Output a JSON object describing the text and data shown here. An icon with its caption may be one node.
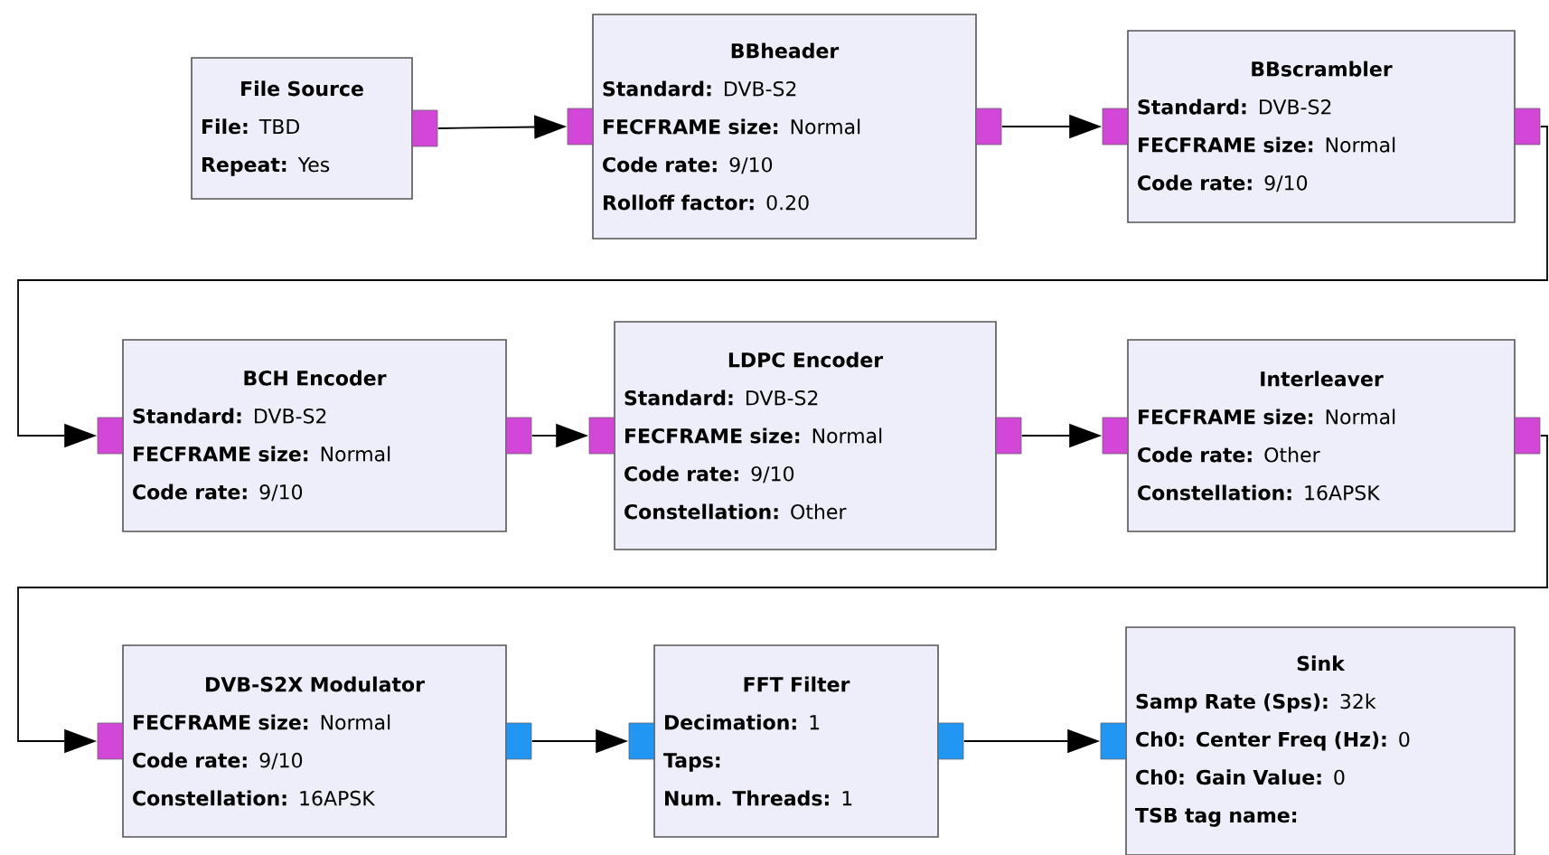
{
  "diagram": {
    "nodes": [
      {
        "text": [
          "File Source",
          "**File:** TBD",
          "**Repeat:** Yes"
        ]
      },
      {
        "text": [
          "BBheader",
          "**Standard:** DVB-S2",
          "**FECFRAME size:** Normal",
          "**Code rate:** 9/10",
          "**Rolloff factor:** 0.20"
        ]
      },
      {
        "text": [
          "BBscrambler",
          "**Standard:** DVB-S2",
          "**FECFRAME size:** Normal",
          "**Code rate:** 9/10"
        ]
      },
      {
        "text": [
          "BCH Encoder",
          "**Standard:** DVB-S2",
          "**FECFRAME size:** Normal",
          "**Code rate:** 9/10"
        ]
      },
      {
        "text": [
          "LDPC Encoder",
          "**Standard:** DVB-S2",
          "**FECFRAME size:** Normal",
          "**Code rate:** 9/10",
          "**Constellation:** Other"
        ]
      },
      {
        "text": [
          "Interleaver",
          "**FECFRAME size:** Normal",
          "**Code rate:** Other",
          "**Constellation:** 16APSK"
        ]
      },
      {
        "text": [
          "DVB-S2X Modulator",
          "**FECFRAME size:** Normal",
          "**Code rate:** 9/10",
          "**Constellation:** 16APSK"
        ]
      },
      {
        "text": [
          "FFT Filter",
          "**Decimation:** 1",
          "Taps:",
          "**Num. Threads:** 1"
        ]
      },
      {
        "text": [
          "Sink",
          "**Samp Rate (Sps):** 32k",
          "**Ch0: Center Freq (Hz):** 0",
          "**Ch0: Gain Value:** 0",
          "TSB tag name:"
        ]
      }
    ],
    "edges": [
      {
        "from": 0,
        "to": 1,
        "arrow": "to"
      },
      {
        "from": 1,
        "to": 2,
        "arrow": "to"
      },
      {
        "from": 2,
        "to": 3,
        "arrow": "to"
      },
      {
        "from": 3,
        "to": 4,
        "arrow": "to"
      },
      {
        "from": 4,
        "to": 5,
        "arrow": "to"
      },
      {
        "from": 5,
        "to": 6,
        "arrow": "to"
      },
      {
        "from": 6,
        "to": 7,
        "arrow": "to"
      },
      {
        "from": 7,
        "to": 8,
        "arrow": "to"
      }
    ]
  }
}
